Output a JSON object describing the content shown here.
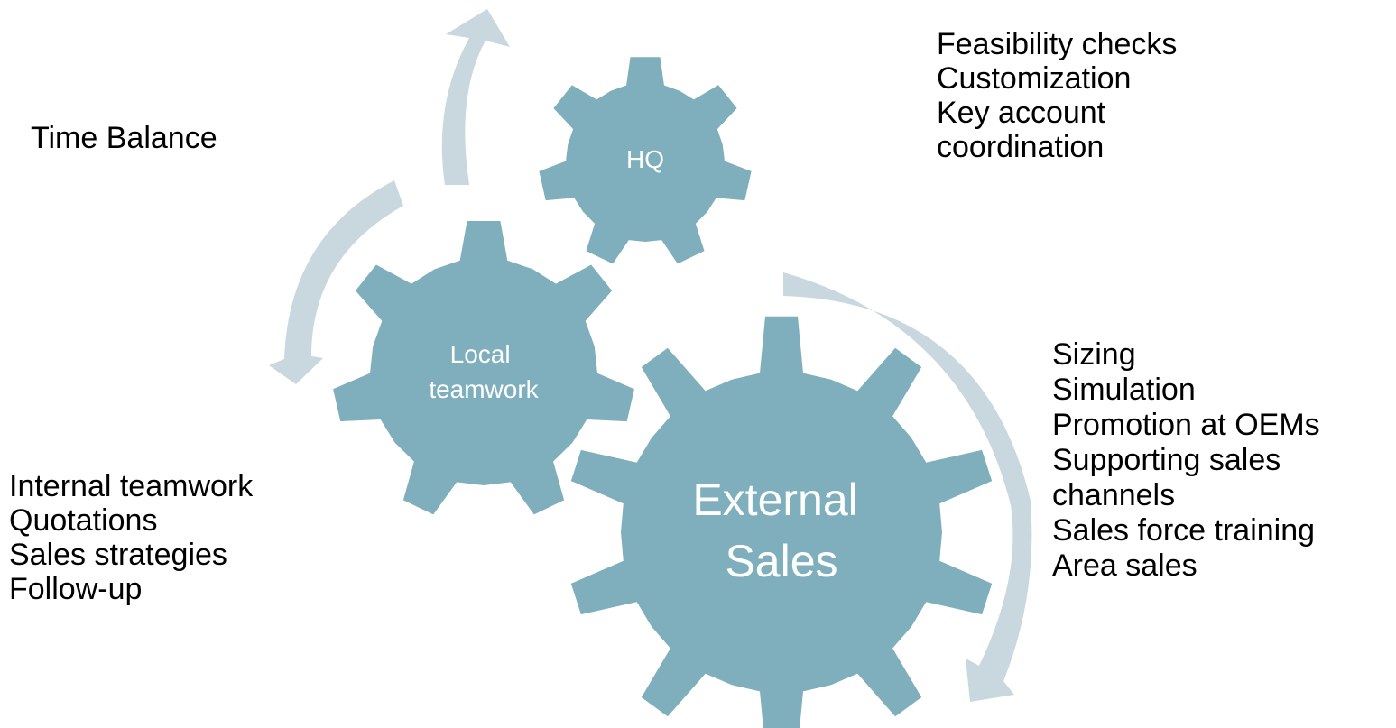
{
  "colors": {
    "gear": "#7fafbd",
    "arrow": "#c8d8de",
    "gear_label": "#ffffff",
    "text": "#000000"
  },
  "gears": {
    "hq": {
      "label": "HQ"
    },
    "local": {
      "label_lines": [
        "Local",
        "teamwork"
      ]
    },
    "external": {
      "label_lines": [
        "External",
        "Sales"
      ]
    }
  },
  "time_balance": "Time Balance",
  "hq_notes": [
    "Feasibility checks",
    "Customization",
    "Key account",
    "coordination"
  ],
  "local_notes": [
    "Internal teamwork",
    "Quotations",
    "Sales strategies",
    "Follow-up"
  ],
  "external_notes": [
    "Sizing",
    "Simulation",
    "Promotion at OEMs",
    "Supporting sales",
    "channels",
    "Sales force training",
    "Area sales"
  ]
}
